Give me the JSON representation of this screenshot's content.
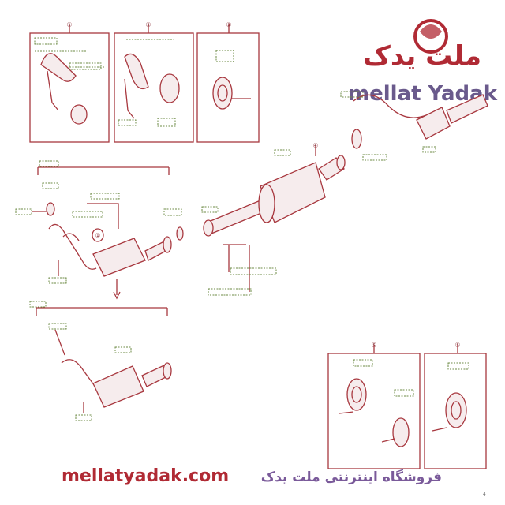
{
  "callouts": [
    "①",
    "②",
    "③",
    "①",
    "④",
    "⑤"
  ],
  "branding": {
    "name_fa": "ملت یدک",
    "name_en": "mellat Yadak",
    "website": "mellatyadak.com",
    "footer_fa": "فروشگاه اینترنتی ملت یدک"
  },
  "drawing_code": "4"
}
